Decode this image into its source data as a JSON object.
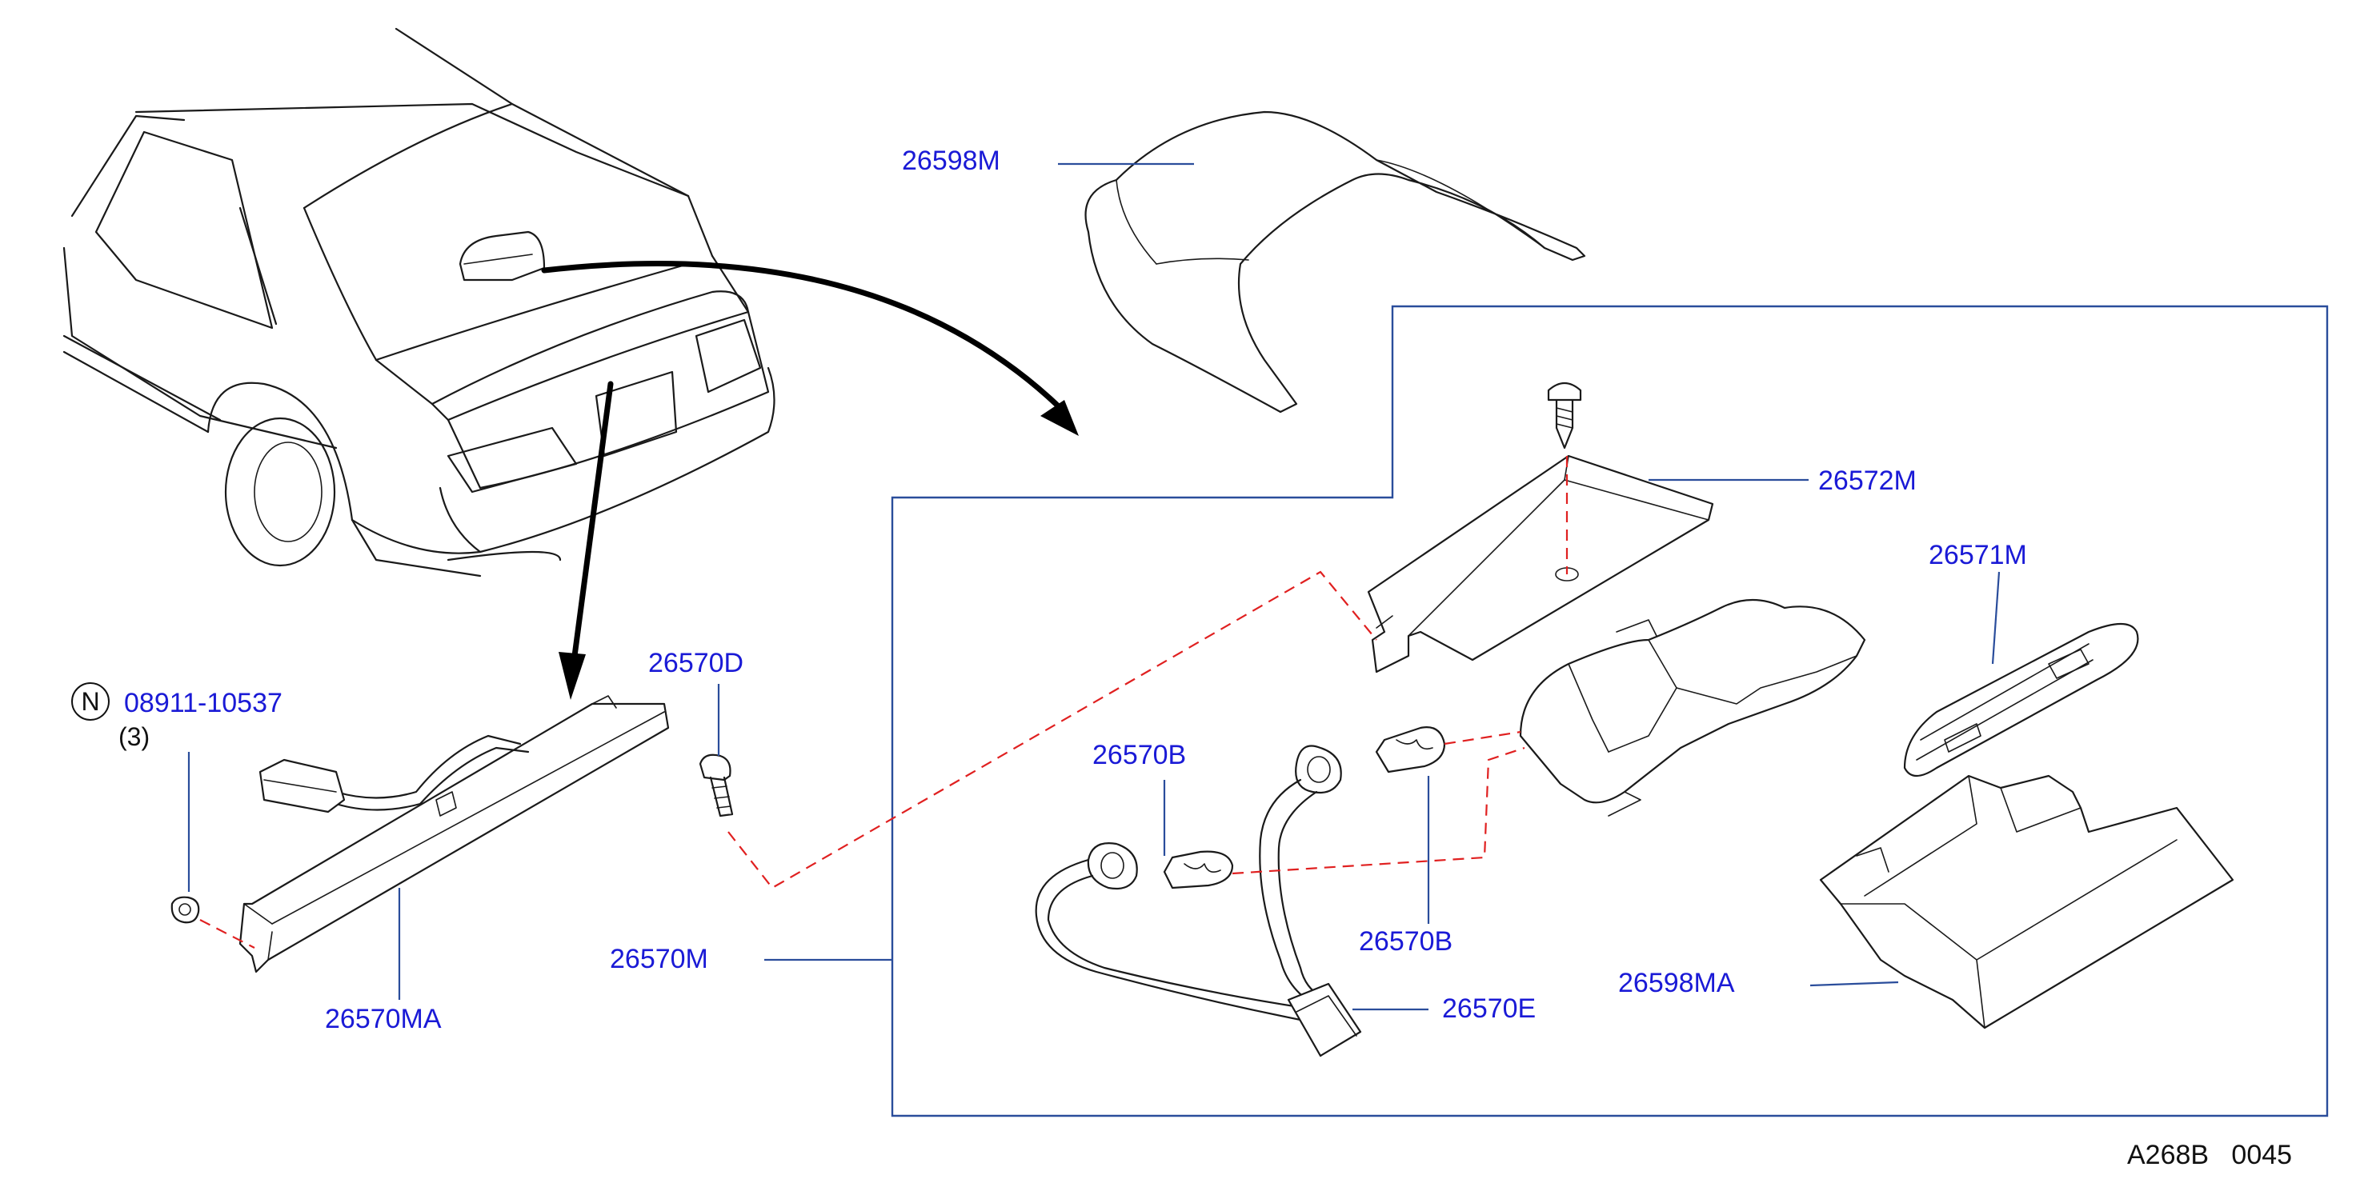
{
  "diagram": {
    "labels": {
      "p26598M": "26598M",
      "p26572M": "26572M",
      "p26571M": "26571M",
      "p26570D": "26570D",
      "p26570B_left": "26570B",
      "p26570B_right": "26570B",
      "p26570M": "26570M",
      "p26570E": "26570E",
      "p26598MA": "26598MA",
      "p26570MA": "26570MA",
      "nut_part": "08911-10537",
      "nut_symbol": "N",
      "nut_qty": "(3)"
    },
    "diagram_code": "A268B   0045",
    "colors": {
      "label": "#1a1ad6",
      "leader": "#2a4d9b",
      "hidden_line": "#e02020",
      "outline": "#1a1a1a"
    }
  }
}
